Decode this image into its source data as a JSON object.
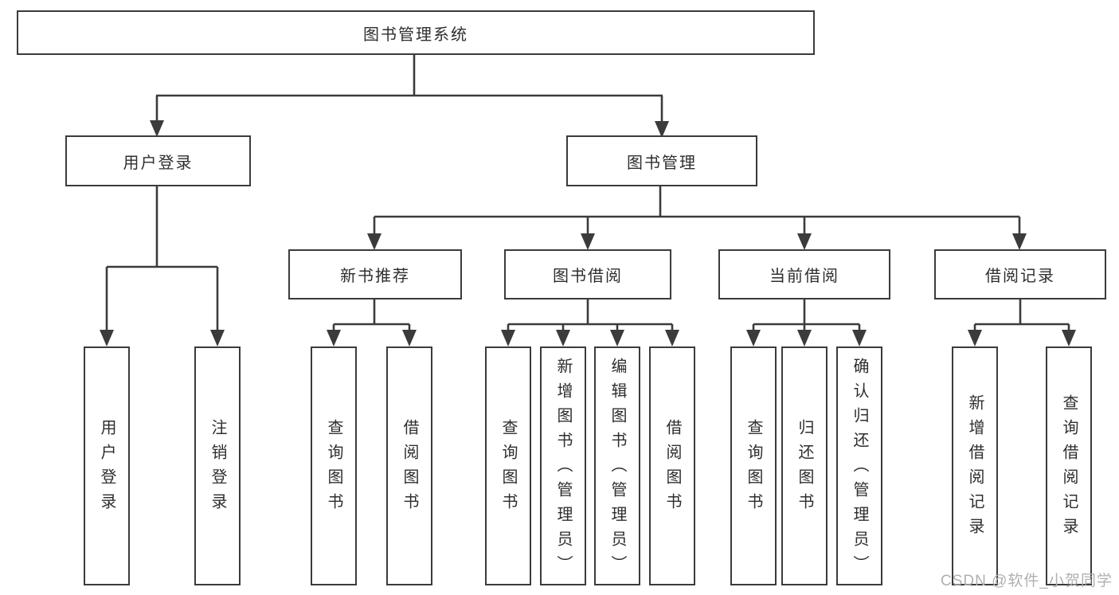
{
  "tree": {
    "root": "图书管理系统",
    "branches": [
      {
        "label": "用户登录",
        "children": [
          "用户登录",
          "注销登录"
        ]
      },
      {
        "label": "图书管理",
        "groups": [
          {
            "label": "新书推荐",
            "children": [
              "查询图书",
              "借阅图书"
            ]
          },
          {
            "label": "图书借阅",
            "children": [
              "查询图书",
              "新增图书（管理员）",
              "编辑图书（管理员）",
              "借阅图书"
            ]
          },
          {
            "label": "当前借阅",
            "children": [
              "查询图书",
              "归还图书",
              "确认归还（管理员）"
            ]
          },
          {
            "label": "借阅记录",
            "children": [
              "新增借阅记录",
              "查询借阅记录"
            ]
          }
        ]
      }
    ]
  },
  "watermark": {
    "text": "CSDN @软件_小贺同学"
  },
  "colors": {
    "line": "#3b3b3b",
    "text": "#2e2e2e",
    "watermark": "#b0b0b0",
    "background": "#ffffff"
  }
}
